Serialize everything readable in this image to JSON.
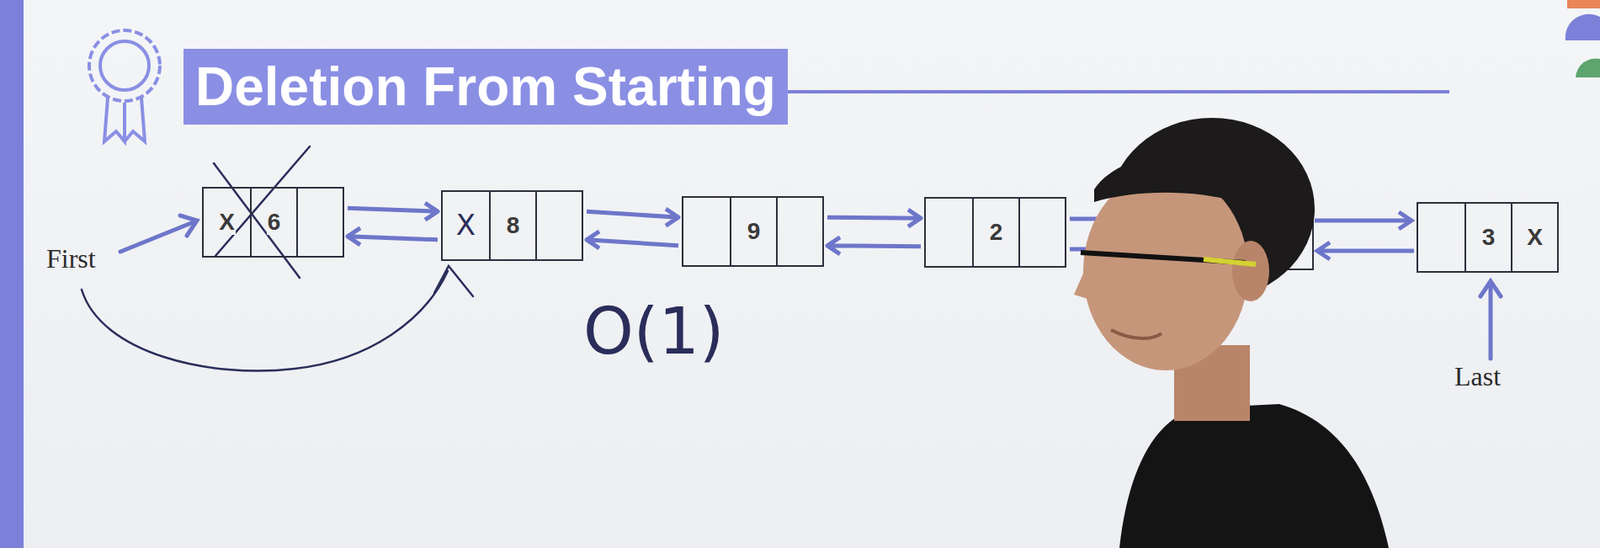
{
  "diagram": {
    "title": "Deletion From Starting",
    "nodes": [
      {
        "text": [
          "X",
          "6"
        ]
      },
      {
        "text": [
          "X",
          "8"
        ]
      },
      {
        "text": [
          "9"
        ]
      },
      {
        "text": [
          "2"
        ]
      },
      {
        "text": [
          "3",
          "X"
        ]
      }
    ],
    "edges": [
      {
        "from": 0,
        "to": 1,
        "arrow": "to"
      },
      {
        "from": 1,
        "to": 0,
        "arrow": "to"
      },
      {
        "from": 1,
        "to": 2,
        "arrow": "to"
      },
      {
        "from": 2,
        "to": 1,
        "arrow": "to"
      },
      {
        "from": 2,
        "to": 3,
        "arrow": "to"
      },
      {
        "from": 3,
        "to": 2,
        "arrow": "to"
      }
    ],
    "labels": [
      "First",
      "O(1)",
      "Last"
    ]
  }
}
